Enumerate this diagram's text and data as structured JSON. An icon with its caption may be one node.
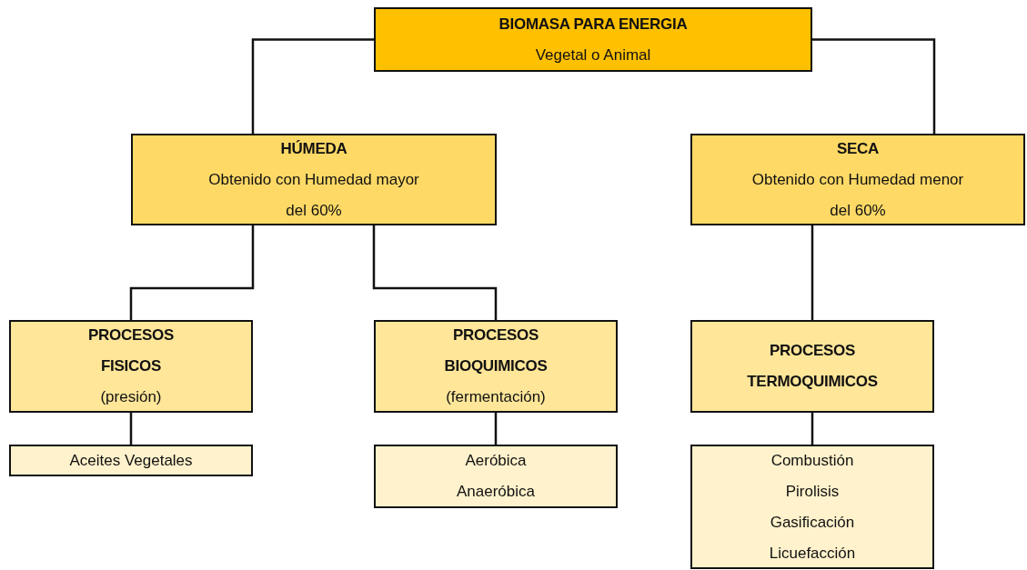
{
  "diagram": {
    "nodes": [
      {
        "text": [
          "BIOMASA PARA ENERGIA",
          "Vegetal o Animal"
        ]
      },
      {
        "text": [
          "HÚMEDA",
          "Obtenido con Humedad mayor del 60%"
        ]
      },
      {
        "text": [
          "SECA",
          "Obtenido con Humedad menor del 60%"
        ]
      },
      {
        "text": [
          "PROCESOS FISICOS",
          "(presión)"
        ]
      },
      {
        "text": [
          "PROCESOS BIOQUIMICOS",
          "(fermentación)"
        ]
      },
      {
        "text": [
          "PROCESOS TERMOQUIMICOS"
        ]
      },
      {
        "text": [
          "Aceites Vegetales"
        ]
      },
      {
        "text": [
          "Aeróbica",
          "Anaeróbica"
        ]
      },
      {
        "text": [
          "Combustión",
          "Pirolisis",
          "Gasificación",
          "Licuefacción"
        ]
      }
    ],
    "edges": [
      {
        "from": 0,
        "to": 1,
        "arrow": "none"
      },
      {
        "from": 0,
        "to": 2,
        "arrow": "none"
      },
      {
        "from": 1,
        "to": 3,
        "arrow": "none"
      },
      {
        "from": 1,
        "to": 4,
        "arrow": "none"
      },
      {
        "from": 2,
        "to": 5,
        "arrow": "none"
      },
      {
        "from": 3,
        "to": 6,
        "arrow": "none"
      },
      {
        "from": 4,
        "to": 7,
        "arrow": "none"
      },
      {
        "from": 5,
        "to": 8,
        "arrow": "none"
      }
    ]
  }
}
